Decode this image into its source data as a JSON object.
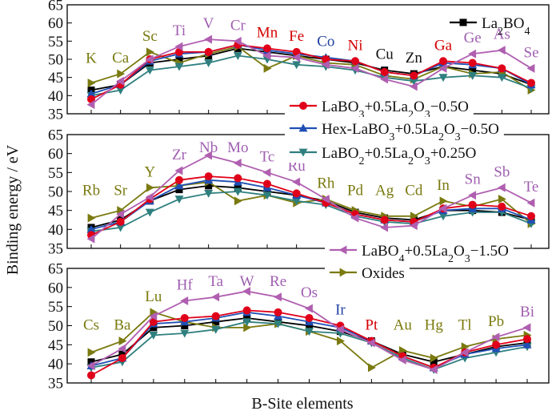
{
  "chart_data": {
    "type": "line",
    "ylabel": "Binding energy / eV",
    "xlabel": "B-Site elements",
    "ylim": [
      35,
      65
    ],
    "yticks": [
      35,
      40,
      45,
      50,
      55,
      60,
      65
    ],
    "legend": [
      {
        "id": "la2bo4",
        "name_parts": [
          "La",
          "2",
          "BO",
          "4",
          ""
        ],
        "color": "#000000",
        "marker": "square"
      },
      {
        "id": "labo3",
        "name_parts": [
          "LaBO",
          "3",
          "+0.5La",
          "2",
          "O",
          "3",
          "−0.5O"
        ],
        "color": "#e0001a",
        "marker": "circle"
      },
      {
        "id": "hex",
        "name_parts": [
          "Hex-LaBO",
          "3",
          "+0.5La",
          "2",
          "O",
          "3",
          "−0.5O"
        ],
        "color": "#1f4fb4",
        "marker": "triangle"
      },
      {
        "id": "labo2",
        "name_parts": [
          "LaBO",
          "2",
          "+0.5La",
          "2",
          "O",
          "3",
          "+0.25O"
        ],
        "color": "#2f7f7f",
        "marker": "triangle-down"
      },
      {
        "id": "labo4",
        "name_parts": [
          "LaBO",
          "4",
          "+0.5La",
          "2",
          "O",
          "3",
          "−1.5O"
        ],
        "color": "#b05fb0",
        "marker": "triangle-left"
      },
      {
        "id": "oxides",
        "name_parts": [
          "Oxides"
        ],
        "color": "#7a7a10",
        "marker": "triangle-right"
      }
    ],
    "panels": [
      {
        "elements": [
          "K",
          "Ca",
          "Sc",
          "Ti",
          "V",
          "Cr",
          "Mn",
          "Fe",
          "Co",
          "Ni",
          "Cu",
          "Zn",
          "Ga",
          "Ge",
          "As",
          "Se"
        ],
        "element_colors": [
          "#7a7a10",
          "#7a7a10",
          "#7a7a10",
          "#9f5fb0",
          "#9f5fb0",
          "#9f5fb0",
          "#d40000",
          "#d40000",
          "#1f3fa0",
          "#d40000",
          "#111111",
          "#111111",
          "#d40000",
          "#9f5fb0",
          "#9f5fb0",
          "#9f5fb0"
        ],
        "series": {
          "la2bo4": [
            41.5,
            43.0,
            49.0,
            50.0,
            51.0,
            53.0,
            52.0,
            51.0,
            50.0,
            49.0,
            47.0,
            46.0,
            48.0,
            47.0,
            46.0,
            43.0
          ],
          "labo3": [
            39.0,
            43.0,
            50.0,
            52.0,
            52.0,
            54.0,
            53.0,
            52.0,
            50.0,
            49.5,
            46.5,
            45.5,
            49.5,
            49.0,
            47.5,
            43.5
          ],
          "hex": [
            40.5,
            43.0,
            49.5,
            51.5,
            52.0,
            54.0,
            52.5,
            51.5,
            50.5,
            49.5,
            46.5,
            45.5,
            49.0,
            48.5,
            47.5,
            43.0
          ],
          "labo2": [
            40.0,
            41.5,
            47.0,
            48.0,
            49.0,
            51.0,
            50.0,
            48.5,
            48.0,
            47.0,
            45.0,
            44.0,
            45.0,
            45.5,
            45.0,
            42.0
          ],
          "labo4": [
            37.5,
            44.0,
            50.0,
            53.5,
            55.5,
            55.0,
            51.0,
            50.5,
            48.5,
            47.5,
            44.5,
            42.5,
            47.5,
            51.5,
            52.5,
            47.5
          ],
          "oxides": [
            43.5,
            46.0,
            52.0,
            49.0,
            51.5,
            53.5,
            47.5,
            51.0,
            49.0,
            48.5,
            45.5,
            44.5,
            48.0,
            46.0,
            46.5,
            41.5
          ]
        }
      },
      {
        "elements": [
          "Rb",
          "Sr",
          "Y",
          "Zr",
          "Nb",
          "Mo",
          "Tc",
          "Ru",
          "Rh",
          "Pd",
          "Ag",
          "Cd",
          "In",
          "Sn",
          "Sb",
          "Te"
        ],
        "element_colors": [
          "#7a7a10",
          "#7a7a10",
          "#7a7a10",
          "#9f5fb0",
          "#9f5fb0",
          "#9f5fb0",
          "#9f5fb0",
          "#9f5fb0",
          "#7a7a10",
          "#7a7a10",
          "#7a7a10",
          "#7a7a10",
          "#7a7a10",
          "#9f5fb0",
          "#9f5fb0",
          "#9f5fb0"
        ],
        "series": {
          "la2bo4": [
            40.5,
            42.5,
            47.5,
            50.5,
            51.5,
            51.0,
            50.0,
            49.0,
            47.5,
            44.5,
            43.0,
            42.5,
            45.0,
            45.0,
            44.5,
            42.5
          ],
          "labo3": [
            38.5,
            42.0,
            48.0,
            53.0,
            54.0,
            53.5,
            52.0,
            49.5,
            47.0,
            44.0,
            42.5,
            42.0,
            45.5,
            46.5,
            46.0,
            43.5
          ],
          "hex": [
            40.0,
            42.0,
            47.5,
            51.5,
            53.0,
            52.5,
            51.0,
            49.0,
            47.0,
            44.0,
            42.5,
            42.0,
            45.0,
            45.5,
            45.5,
            42.5
          ],
          "labo2": [
            39.5,
            40.5,
            44.5,
            48.0,
            49.5,
            50.0,
            49.0,
            47.5,
            46.5,
            43.5,
            42.0,
            41.5,
            43.5,
            44.5,
            44.5,
            41.5
          ],
          "labo4": [
            37.5,
            44.0,
            48.5,
            55.5,
            59.5,
            57.5,
            55.0,
            52.5,
            48.0,
            43.0,
            40.5,
            41.0,
            45.5,
            49.0,
            51.0,
            47.0
          ],
          "oxides": [
            43.0,
            45.0,
            51.0,
            51.5,
            52.5,
            47.5,
            49.0,
            47.0,
            48.0,
            45.0,
            43.5,
            43.5,
            47.5,
            46.0,
            48.0,
            41.5
          ]
        }
      },
      {
        "elements": [
          "Cs",
          "Ba",
          "Lu",
          "Hf",
          "Ta",
          "W",
          "Re",
          "Os",
          "Ir",
          "Pt",
          "Au",
          "Hg",
          "Tl",
          "Pb",
          "Bi"
        ],
        "element_colors": [
          "#7a7a10",
          "#7a7a10",
          "#7a7a10",
          "#9f5fb0",
          "#9f5fb0",
          "#9f5fb0",
          "#9f5fb0",
          "#9f5fb0",
          "#1f3fa0",
          "#d40000",
          "#7a7a10",
          "#7a7a10",
          "#7a7a10",
          "#7a7a10",
          "#9f5fb0"
        ],
        "series": {
          "la2bo4": [
            40.5,
            42.5,
            49.5,
            50.0,
            51.0,
            52.0,
            51.0,
            50.0,
            48.5,
            46.0,
            42.5,
            40.5,
            42.5,
            44.5,
            45.5
          ],
          "labo3": [
            37.0,
            41.5,
            51.0,
            52.0,
            52.5,
            54.0,
            53.5,
            52.0,
            50.0,
            46.0,
            42.0,
            39.0,
            43.0,
            45.0,
            46.5
          ],
          "hex": [
            39.5,
            41.5,
            50.5,
            51.0,
            52.0,
            53.5,
            52.5,
            51.0,
            49.5,
            46.0,
            42.0,
            39.0,
            42.5,
            44.0,
            45.0
          ],
          "labo2": [
            39.0,
            40.5,
            47.5,
            48.0,
            49.0,
            51.0,
            50.5,
            48.5,
            48.0,
            45.5,
            41.5,
            38.5,
            41.5,
            43.0,
            44.5
          ],
          "labo4": [
            39.5,
            44.0,
            52.5,
            56.5,
            57.5,
            59.0,
            57.5,
            54.5,
            49.0,
            45.5,
            41.0,
            38.5,
            43.0,
            47.0,
            49.5
          ],
          "oxides": [
            43.0,
            46.0,
            53.5,
            51.0,
            49.5,
            49.5,
            50.5,
            48.5,
            46.0,
            39.0,
            43.5,
            41.5,
            44.5,
            46.5,
            47.5
          ]
        }
      }
    ]
  }
}
